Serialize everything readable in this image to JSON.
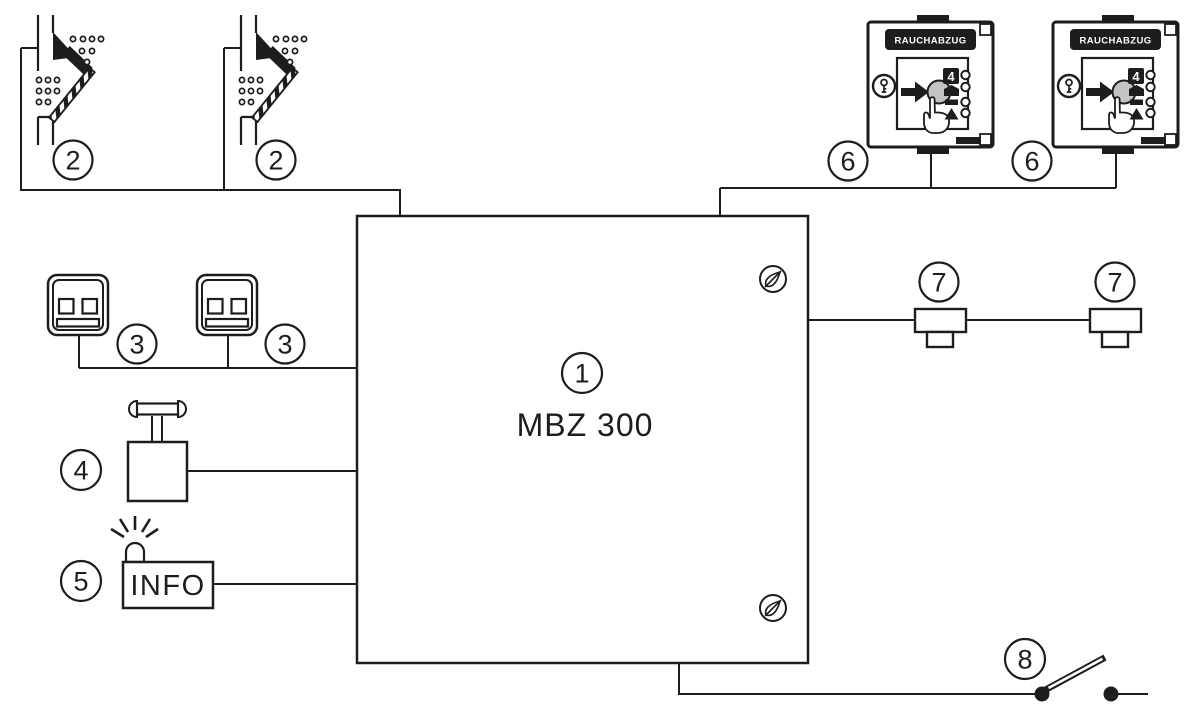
{
  "diagram": {
    "type": "smoke-extraction-system-wiring-diagram",
    "central_unit": {
      "callout_number": "1",
      "model": "MBZ 300"
    },
    "components": {
      "smoke_vent": {
        "callout_number": "2",
        "count": 2
      },
      "ventilation_switch": {
        "callout_number": "3",
        "count": 2
      },
      "key_switch": {
        "callout_number": "4",
        "count": 1
      },
      "info_display": {
        "callout_number": "5",
        "label": "INFO",
        "count": 1
      },
      "smoke_extraction_panel": {
        "callout_number": "6",
        "header_label": "RAUCHABZUG",
        "indicator_number": "4",
        "count": 2
      },
      "junction_box": {
        "callout_number": "7",
        "count": 2
      },
      "power_switch": {
        "callout_number": "8",
        "count": 1
      }
    },
    "colors": {
      "line": "#1d1d1b",
      "background": "#ffffff",
      "button_fill": "#c3c3c3"
    }
  }
}
